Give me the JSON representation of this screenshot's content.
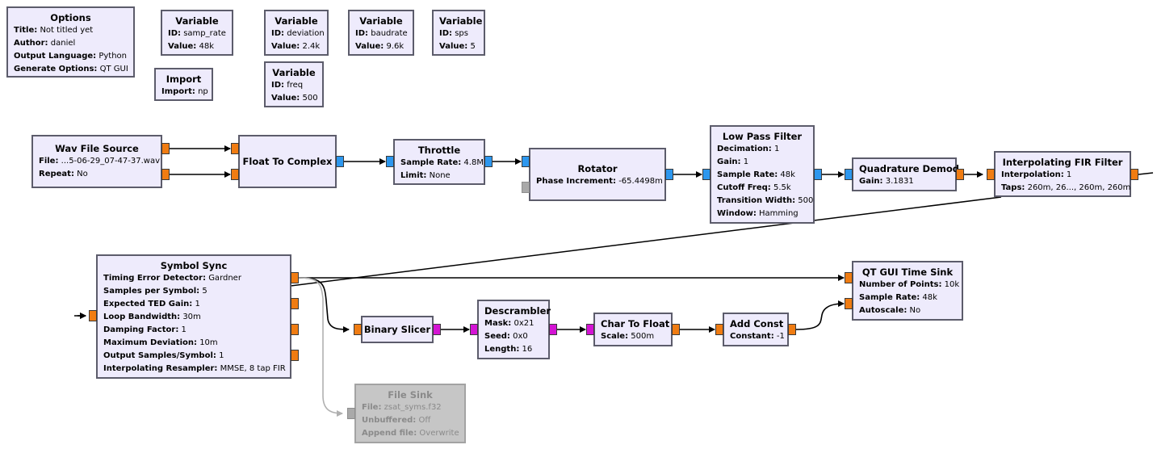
{
  "options": {
    "title": "Options",
    "rows": [
      {
        "k": "Title:",
        "v": "Not titled yet"
      },
      {
        "k": "Author:",
        "v": "daniel"
      },
      {
        "k": "Output Language:",
        "v": "Python"
      },
      {
        "k": "Generate Options:",
        "v": "QT GUI"
      }
    ]
  },
  "variables": [
    {
      "title": "Variable",
      "id_k": "ID:",
      "id": "samp_rate",
      "val_k": "Value:",
      "value": "48k"
    },
    {
      "title": "Variable",
      "id_k": "ID:",
      "id": "deviation",
      "val_k": "Value:",
      "value": "2.4k"
    },
    {
      "title": "Variable",
      "id_k": "ID:",
      "id": "baudrate",
      "val_k": "Value:",
      "value": "9.6k"
    },
    {
      "title": "Variable",
      "id_k": "ID:",
      "id": "sps",
      "val_k": "Value:",
      "value": "5"
    },
    {
      "title": "Variable",
      "id_k": "ID:",
      "id": "freq",
      "val_k": "Value:",
      "value": "500"
    }
  ],
  "import_block": {
    "title": "Import",
    "k": "Import:",
    "v": "np"
  },
  "wav_source": {
    "title": "Wav File Source",
    "rows": [
      {
        "k": "File:",
        "v": "...5-06-29_07-47-37.wav"
      },
      {
        "k": "Repeat:",
        "v": "No"
      }
    ]
  },
  "float_to_complex": {
    "title": "Float To Complex"
  },
  "throttle": {
    "title": "Throttle",
    "rows": [
      {
        "k": "Sample Rate:",
        "v": "4.8M"
      },
      {
        "k": "Limit:",
        "v": "None"
      }
    ]
  },
  "rotator": {
    "title": "Rotator",
    "rows": [
      {
        "k": "Phase Increment:",
        "v": "-65.4498m"
      }
    ]
  },
  "low_pass": {
    "title": "Low Pass Filter",
    "rows": [
      {
        "k": "Decimation:",
        "v": "1"
      },
      {
        "k": "Gain:",
        "v": "1"
      },
      {
        "k": "Sample Rate:",
        "v": "48k"
      },
      {
        "k": "Cutoff Freq:",
        "v": "5.5k"
      },
      {
        "k": "Transition Width:",
        "v": "500"
      },
      {
        "k": "Window:",
        "v": "Hamming"
      }
    ]
  },
  "quad_demod": {
    "title": "Quadrature Demod",
    "rows": [
      {
        "k": "Gain:",
        "v": "3.1831"
      }
    ]
  },
  "interp_fir": {
    "title": "Interpolating FIR Filter",
    "rows": [
      {
        "k": "Interpolation:",
        "v": "1"
      },
      {
        "k": "Taps:",
        "v": "260m, 26..., 260m, 260m"
      }
    ]
  },
  "symbol_sync": {
    "title": "Symbol Sync",
    "rows": [
      {
        "k": "Timing Error Detector:",
        "v": "Gardner"
      },
      {
        "k": "Samples per Symbol:",
        "v": "5"
      },
      {
        "k": "Expected TED Gain:",
        "v": "1"
      },
      {
        "k": "Loop Bandwidth:",
        "v": "30m"
      },
      {
        "k": "Damping Factor:",
        "v": "1"
      },
      {
        "k": "Maximum Deviation:",
        "v": "10m"
      },
      {
        "k": "Output Samples/Symbol:",
        "v": "1"
      },
      {
        "k": "Interpolating Resampler:",
        "v": "MMSE, 8 tap FIR"
      }
    ]
  },
  "binary_slicer": {
    "title": "Binary Slicer"
  },
  "descrambler": {
    "title": "Descrambler",
    "rows": [
      {
        "k": "Mask:",
        "v": "0x21"
      },
      {
        "k": "Seed:",
        "v": "0x0"
      },
      {
        "k": "Length:",
        "v": "16"
      }
    ]
  },
  "char_to_float": {
    "title": "Char To Float",
    "rows": [
      {
        "k": "Scale:",
        "v": "500m"
      }
    ]
  },
  "add_const": {
    "title": "Add Const",
    "rows": [
      {
        "k": "Constant:",
        "v": "-1"
      }
    ]
  },
  "time_sink": {
    "title": "QT GUI Time Sink",
    "rows": [
      {
        "k": "Number of Points:",
        "v": "10k"
      },
      {
        "k": "Sample Rate:",
        "v": "48k"
      },
      {
        "k": "Autoscale:",
        "v": "No"
      }
    ]
  },
  "file_sink": {
    "title": "File Sink",
    "rows": [
      {
        "k": "File:",
        "v": "zsat_syms.f32"
      },
      {
        "k": "Unbuffered:",
        "v": "Off"
      },
      {
        "k": "Append file:",
        "v": "Overwrite"
      }
    ]
  },
  "colors": {
    "block_fill": "#eeebfc",
    "block_border": "#5c5c6b",
    "port_float": "#f07c12",
    "port_complex": "#2d97ee",
    "port_byte": "#d414d4",
    "disabled": "#c6c6c6"
  }
}
